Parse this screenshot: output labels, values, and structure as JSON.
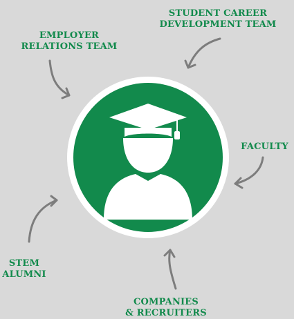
{
  "labels": {
    "employer": [
      "EMPLOYER",
      "RELATIONS TEAM"
    ],
    "student": [
      "STUDENT CAREER",
      "DEVELOPMENT TEAM"
    ],
    "faculty": [
      "FACULTY"
    ],
    "stem": [
      "STEM",
      "ALUMNI"
    ],
    "companies": [
      "COMPANIES",
      "& RECRUITERS"
    ]
  },
  "colors": {
    "background": "#d9d9d9",
    "accent_green": "#128a4c",
    "arrow_gray": "#7d7d7d",
    "ring_white": "#ffffff"
  },
  "center_icon": "graduate-student-icon"
}
